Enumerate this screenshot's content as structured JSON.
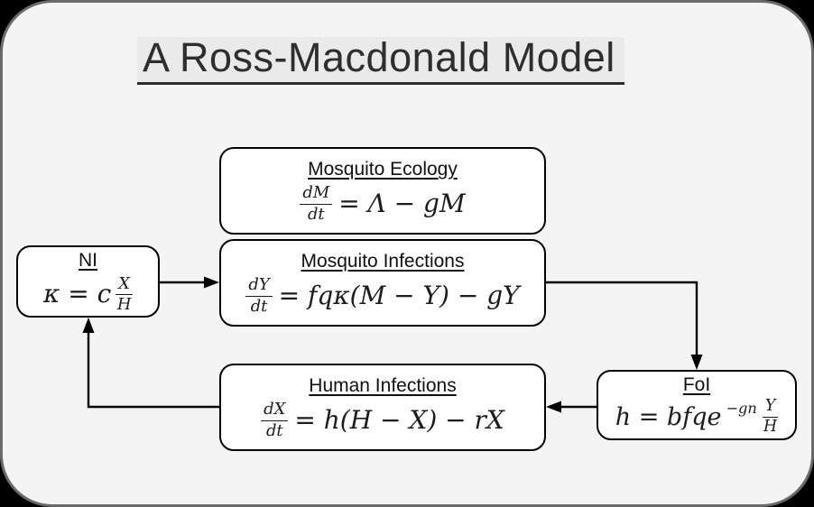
{
  "page": {
    "title": "A Ross-Macdonald Model"
  },
  "colors": {
    "canvas_bg": "#000000",
    "panel_bg": "#f4f4f5",
    "panel_border": "#6a6a6a",
    "node_bg": "#fefefe",
    "node_border": "#000000",
    "title_bg": "#eaeaea",
    "text": "#1c1c1c"
  },
  "nodes": {
    "mosquito_ecology": {
      "label": "Mosquito Ecology",
      "eq": {
        "frac_num": "dM",
        "frac_den": "dt",
        "rhs": "= Λ − gM"
      }
    },
    "mosquito_infections": {
      "label": "Mosquito Infections",
      "eq": {
        "frac_num": "dY",
        "frac_den": "dt",
        "rhs": "= fqκ(M − Y) − gY"
      }
    },
    "ni": {
      "label": "NI",
      "eq": {
        "lhs": "κ = c",
        "frac_num": "X",
        "frac_den": "H"
      }
    },
    "human_infections": {
      "label": "Human Infections",
      "eq": {
        "frac_num": "dX",
        "frac_den": "dt",
        "rhs": "= h(H − X) − rX"
      }
    },
    "foi": {
      "label": "FoI",
      "eq": {
        "lhs": "h = bfqe",
        "sup": "−gn",
        "frac_num": "Y",
        "frac_den": "H"
      }
    }
  },
  "edges": [
    {
      "from": "ni",
      "to": "mosquito_infections"
    },
    {
      "from": "mosquito_infections",
      "to": "foi"
    },
    {
      "from": "foi",
      "to": "human_infections"
    },
    {
      "from": "human_infections",
      "to": "ni"
    }
  ]
}
